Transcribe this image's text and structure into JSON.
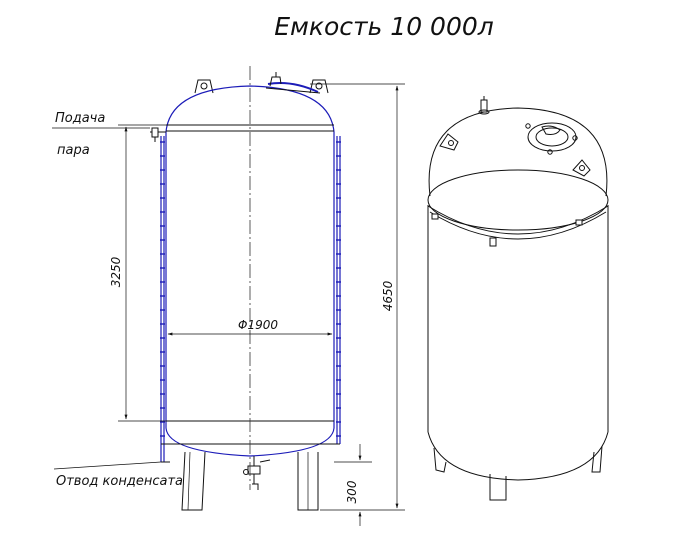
{
  "drawing": {
    "title": "Емкость 10 000л",
    "labels": {
      "steam_supply_line1": "Подача",
      "steam_supply_line2": "пара",
      "condensate_outlet": "Отвод конденсата"
    },
    "dimensions": {
      "diameter": "Φ1900",
      "jacket_height": "3250",
      "total_height": "4650",
      "leg_height": "300"
    },
    "colors": {
      "line": "#111111",
      "jacket": "#1c1cb8"
    }
  }
}
